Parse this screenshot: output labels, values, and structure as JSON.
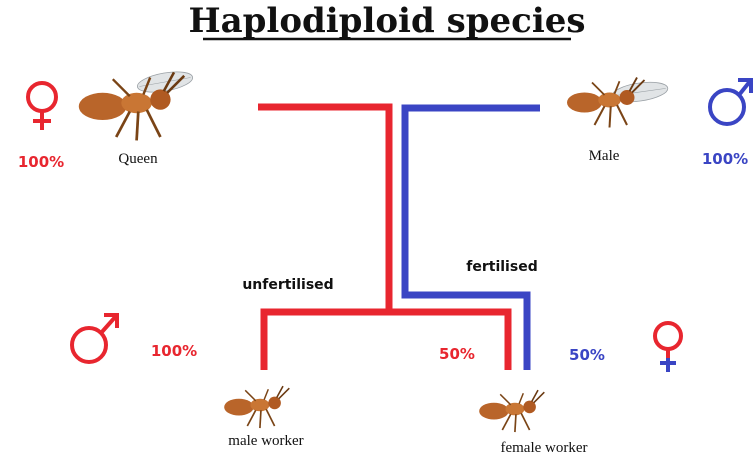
{
  "title": "Haplodiploid species",
  "colors": {
    "female": "#e8262f",
    "male": "#3a45c4",
    "text": "#111111"
  },
  "parents": {
    "queen": {
      "label": "Queen",
      "percent": "100%",
      "symbol": "female-symbol-icon"
    },
    "male": {
      "label": "Male",
      "percent": "100%",
      "symbol": "male-symbol-icon"
    }
  },
  "branches": {
    "unfertilised": "unfertilised",
    "fertilised": "fertilised"
  },
  "offspring": {
    "male_worker": {
      "label": "male worker",
      "percent": "100%",
      "symbol": "male-symbol-icon"
    },
    "female_worker": {
      "label": "female worker",
      "percent_from_queen": "50%",
      "percent_from_male": "50%",
      "symbol": "female-symbol-icon"
    }
  }
}
